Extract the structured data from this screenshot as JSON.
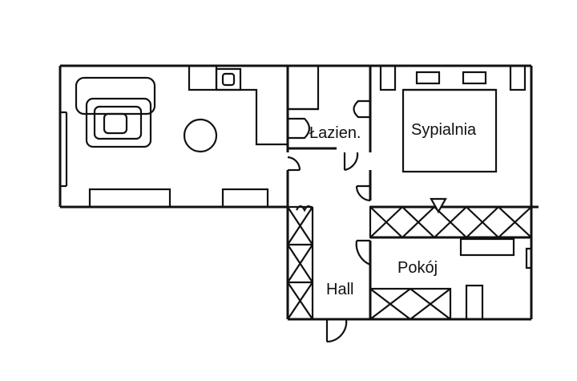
{
  "floor_plan": {
    "rooms": {
      "bathroom": "Łazien.",
      "bedroom": "Sypialnia",
      "room": "Pokój",
      "hall": "Hall"
    },
    "colors": {
      "line": "#111111",
      "background": "#ffffff"
    }
  }
}
